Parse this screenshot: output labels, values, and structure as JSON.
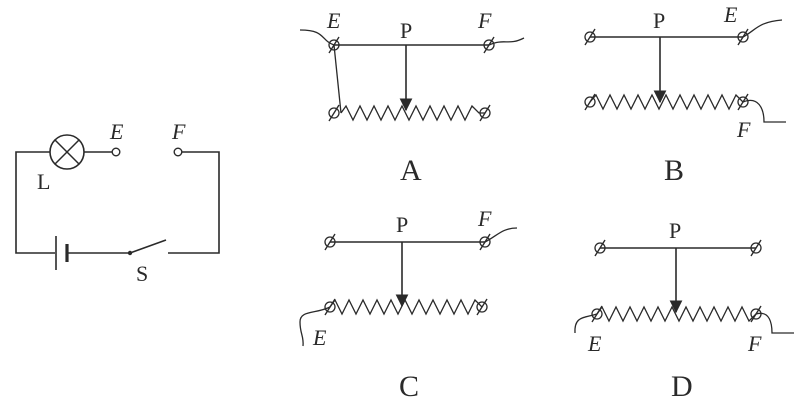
{
  "circuit": {
    "lamp_label": "L",
    "switch_label": "S",
    "terminal_e": "E",
    "terminal_f": "F"
  },
  "options": [
    {
      "letter": "A",
      "slider": "P",
      "e": "E",
      "f": "F"
    },
    {
      "letter": "B",
      "slider": "P",
      "e": "E",
      "f": "F"
    },
    {
      "letter": "C",
      "slider": "P",
      "e": "E",
      "f": "F"
    },
    {
      "letter": "D",
      "slider": "P",
      "e": "E",
      "f": "F"
    }
  ]
}
